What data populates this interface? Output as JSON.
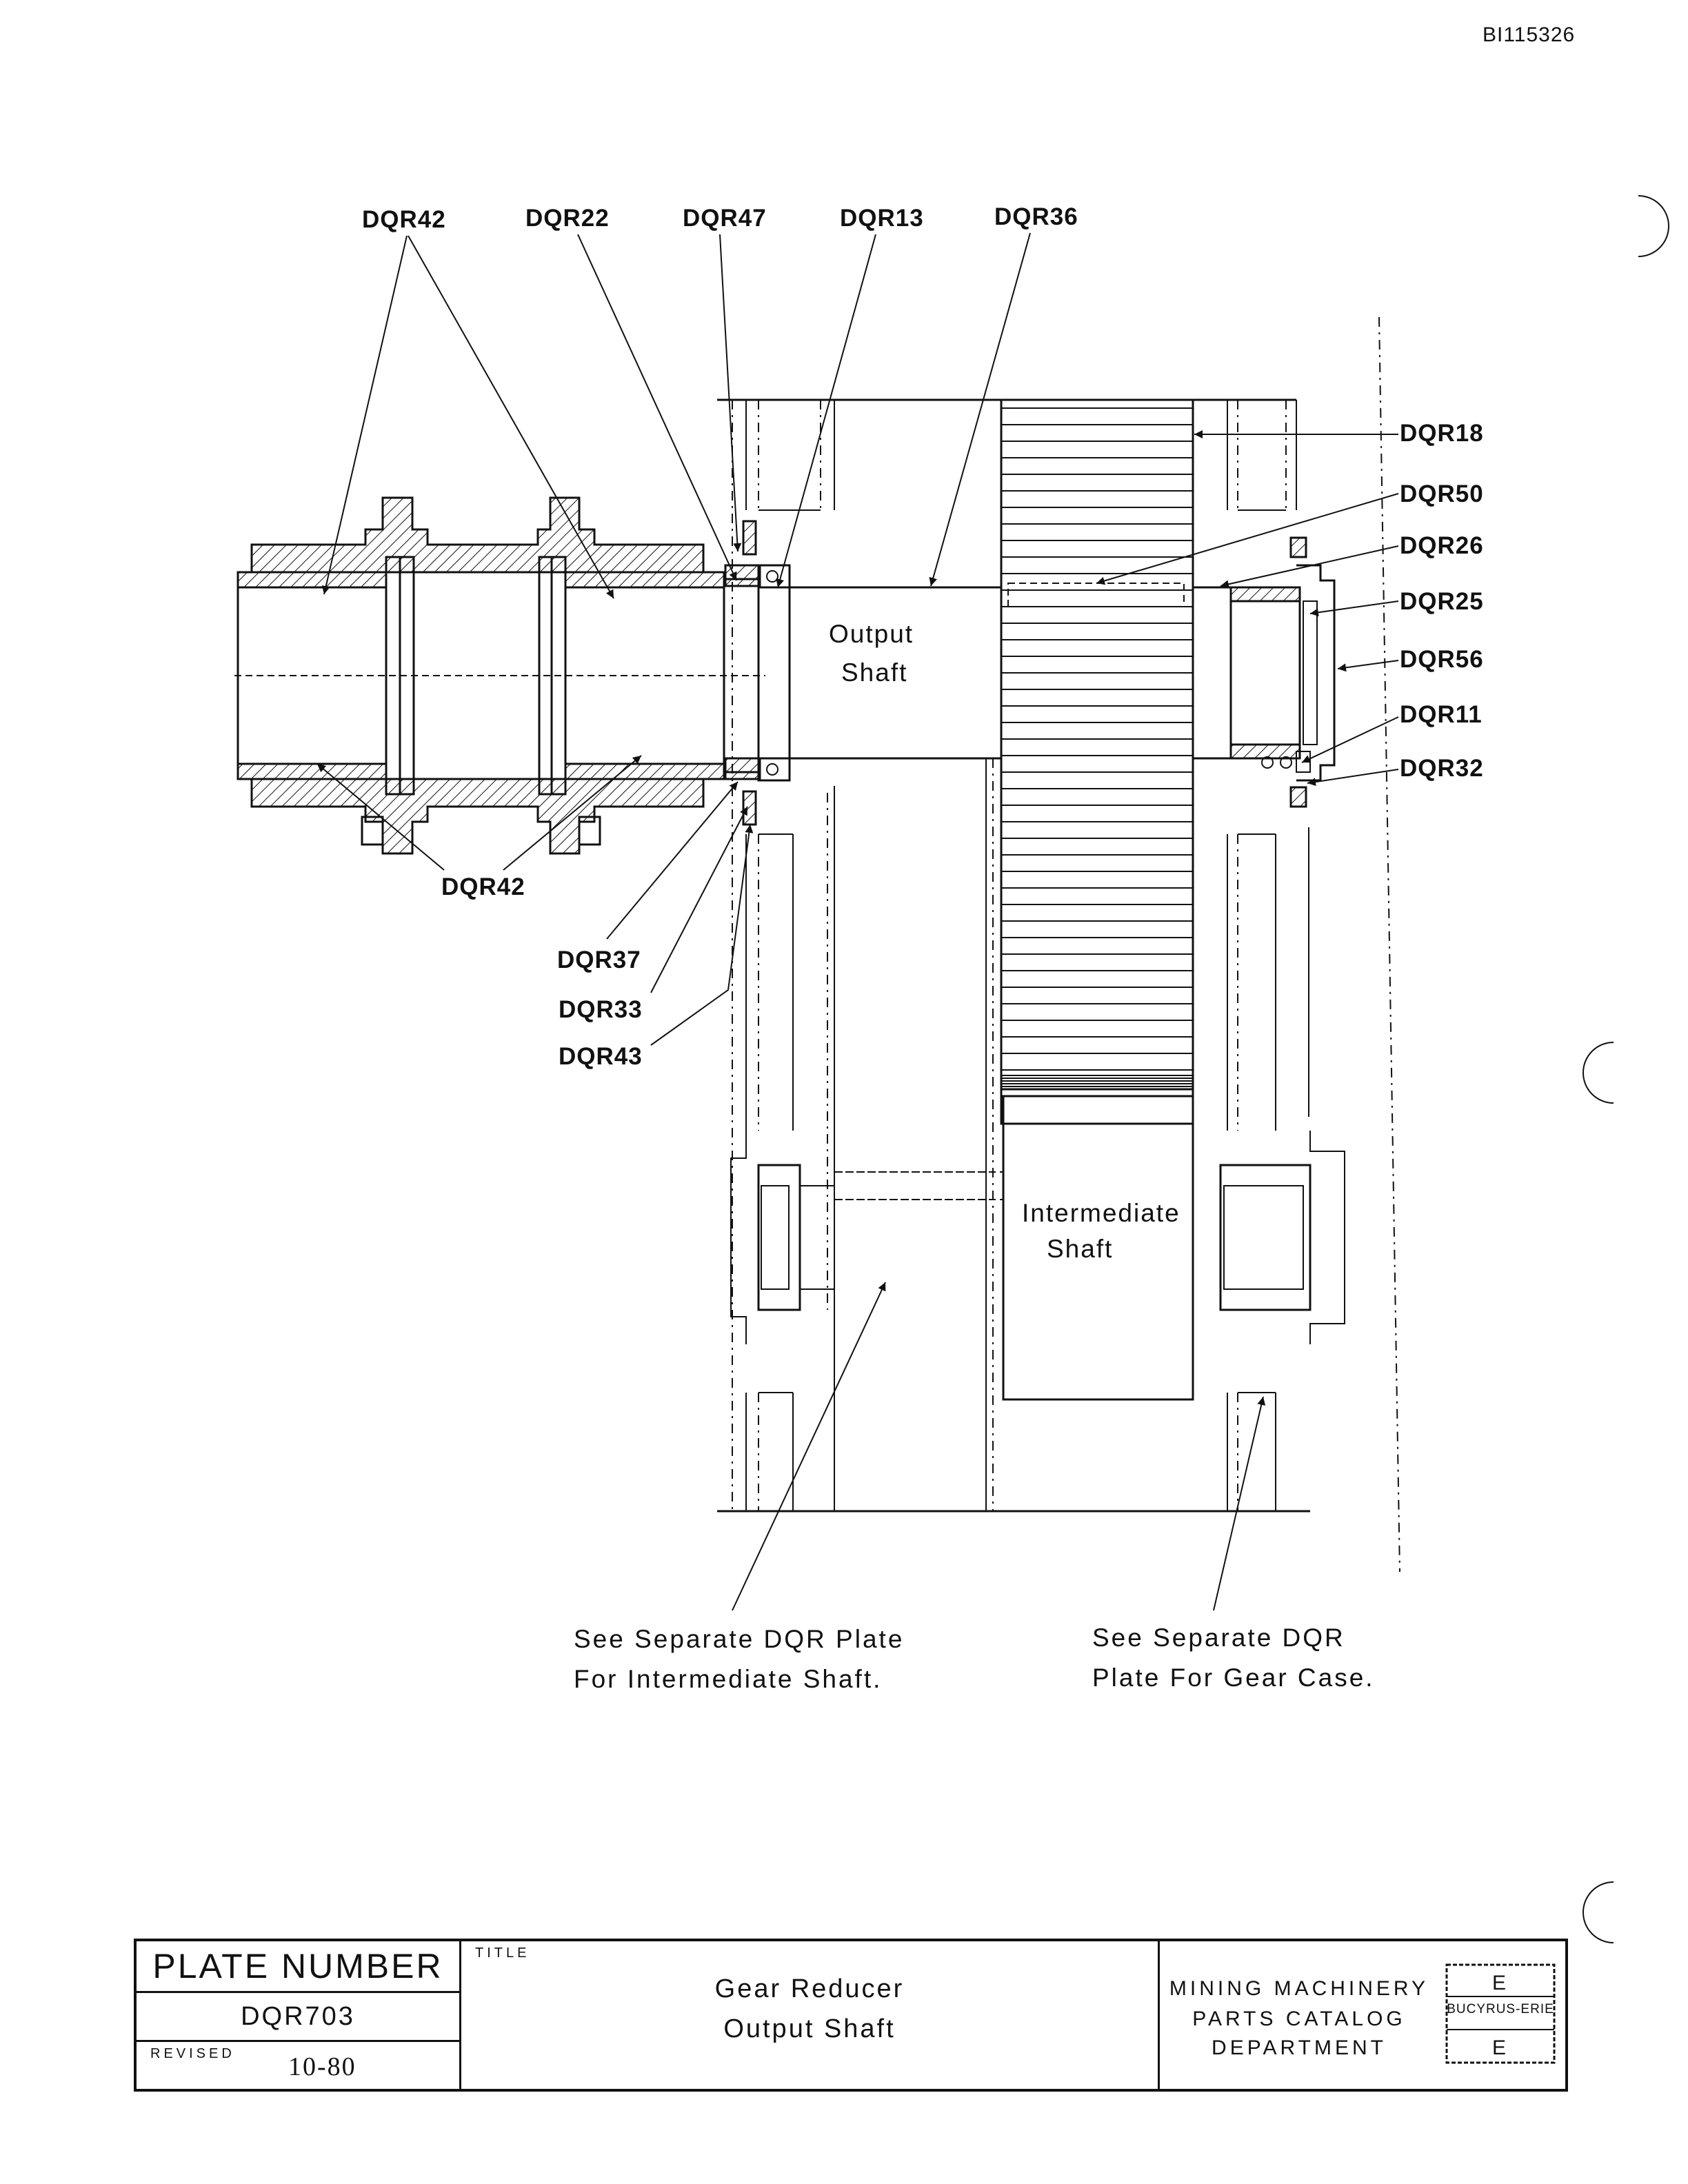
{
  "document_id": "BI115326",
  "callouts": {
    "top": [
      "DQR42",
      "DQR22",
      "DQR47",
      "DQR13",
      "DQR36"
    ],
    "right": [
      "DQR18",
      "DQR50",
      "DQR26",
      "DQR25",
      "DQR56",
      "DQR11",
      "DQR32"
    ],
    "bottom_left": "DQR42",
    "lower_left": [
      "DQR37",
      "DQR33",
      "DQR43"
    ]
  },
  "shaft_labels": {
    "output": [
      "Output",
      "Shaft"
    ],
    "intermediate": [
      "Intermediate",
      "Shaft"
    ]
  },
  "notes": {
    "intermediate": [
      "See Separate DQR Plate",
      "For Intermediate Shaft."
    ],
    "gear_case": [
      "See Separate DQR",
      "Plate For Gear Case."
    ]
  },
  "title_block": {
    "plate_number_header": "PLATE NUMBER",
    "plate_number": "DQR703",
    "revised_label": "REVISED",
    "revised_value": "10-80",
    "title_label": "TITLE",
    "title_line1": "Gear Reducer",
    "title_line2": "Output Shaft",
    "department": [
      "MINING MACHINERY",
      "PARTS CATALOG",
      "DEPARTMENT"
    ],
    "logo_text": "BUCYRUS-ERIE"
  }
}
